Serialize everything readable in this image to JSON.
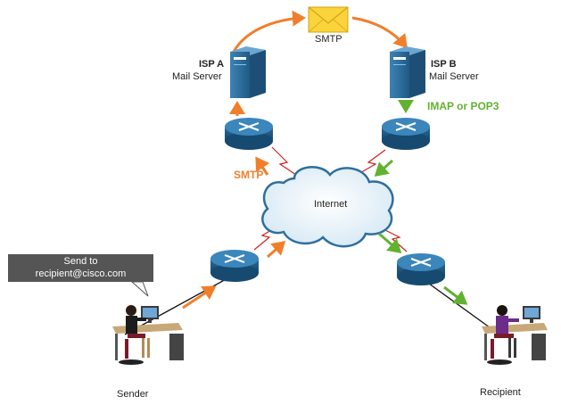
{
  "labels": {
    "smtp_top": "SMTP",
    "isp_a": "ISP A",
    "isp_a_sub": "Mail Server",
    "isp_b": "ISP B",
    "isp_b_sub": "Mail Server",
    "imap_pop3": "IMAP or POP3",
    "smtp_left": "SMTP",
    "internet": "Internet",
    "callout_line1": "Send to",
    "callout_line2": "recipient@cisco.com",
    "sender": "Sender",
    "recipient": "Recipient"
  },
  "colors": {
    "orange": "#f07f2b",
    "green": "#62b22f",
    "router": "#2e6f9e",
    "server": "#2f6e9b",
    "callout": "#555555",
    "cloud": "#e9f3fa",
    "link_red": "#cc2222"
  },
  "icons": [
    "envelope-icon",
    "mail-server-icon",
    "router-icon",
    "cloud-icon",
    "user-workstation-icon"
  ]
}
